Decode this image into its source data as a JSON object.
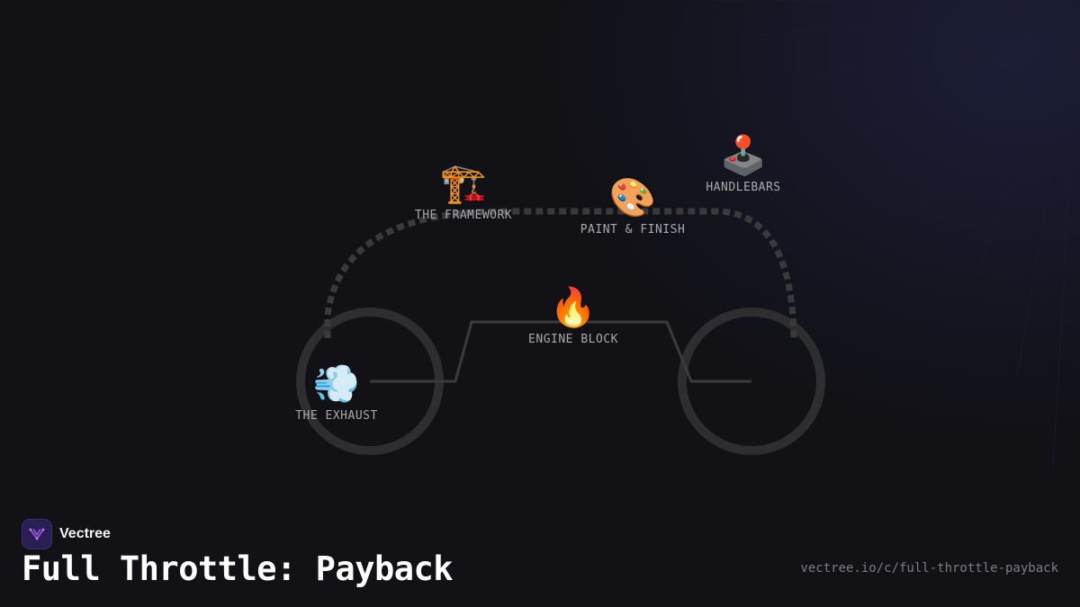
{
  "diagram": {
    "nodes": [
      {
        "id": "framework",
        "emoji": "🏗️",
        "label": "THE FRAMEWORK",
        "icon": "construction-crane-icon"
      },
      {
        "id": "paint",
        "emoji": "🎨",
        "label": "PAINT & FINISH",
        "icon": "artist-palette-icon"
      },
      {
        "id": "handlebars",
        "emoji": "🕹️",
        "label": "HANDLEBARS",
        "icon": "joystick-icon"
      },
      {
        "id": "engine",
        "emoji": "🔥",
        "label": "ENGINE BLOCK",
        "icon": "fire-icon"
      },
      {
        "id": "exhaust",
        "emoji": "💨",
        "label": "THE EXHAUST",
        "icon": "dash-away-icon"
      }
    ]
  },
  "footer": {
    "brand": "Vectree",
    "title": "Full Throttle: Payback",
    "url": "vectree.io/c/full-throttle-payback"
  },
  "colors": {
    "background": "#111116",
    "bike_stroke": "#2e2e30",
    "brand_logo_bg": "#2a1f55",
    "brand_logo_mark": "#a259e6"
  }
}
